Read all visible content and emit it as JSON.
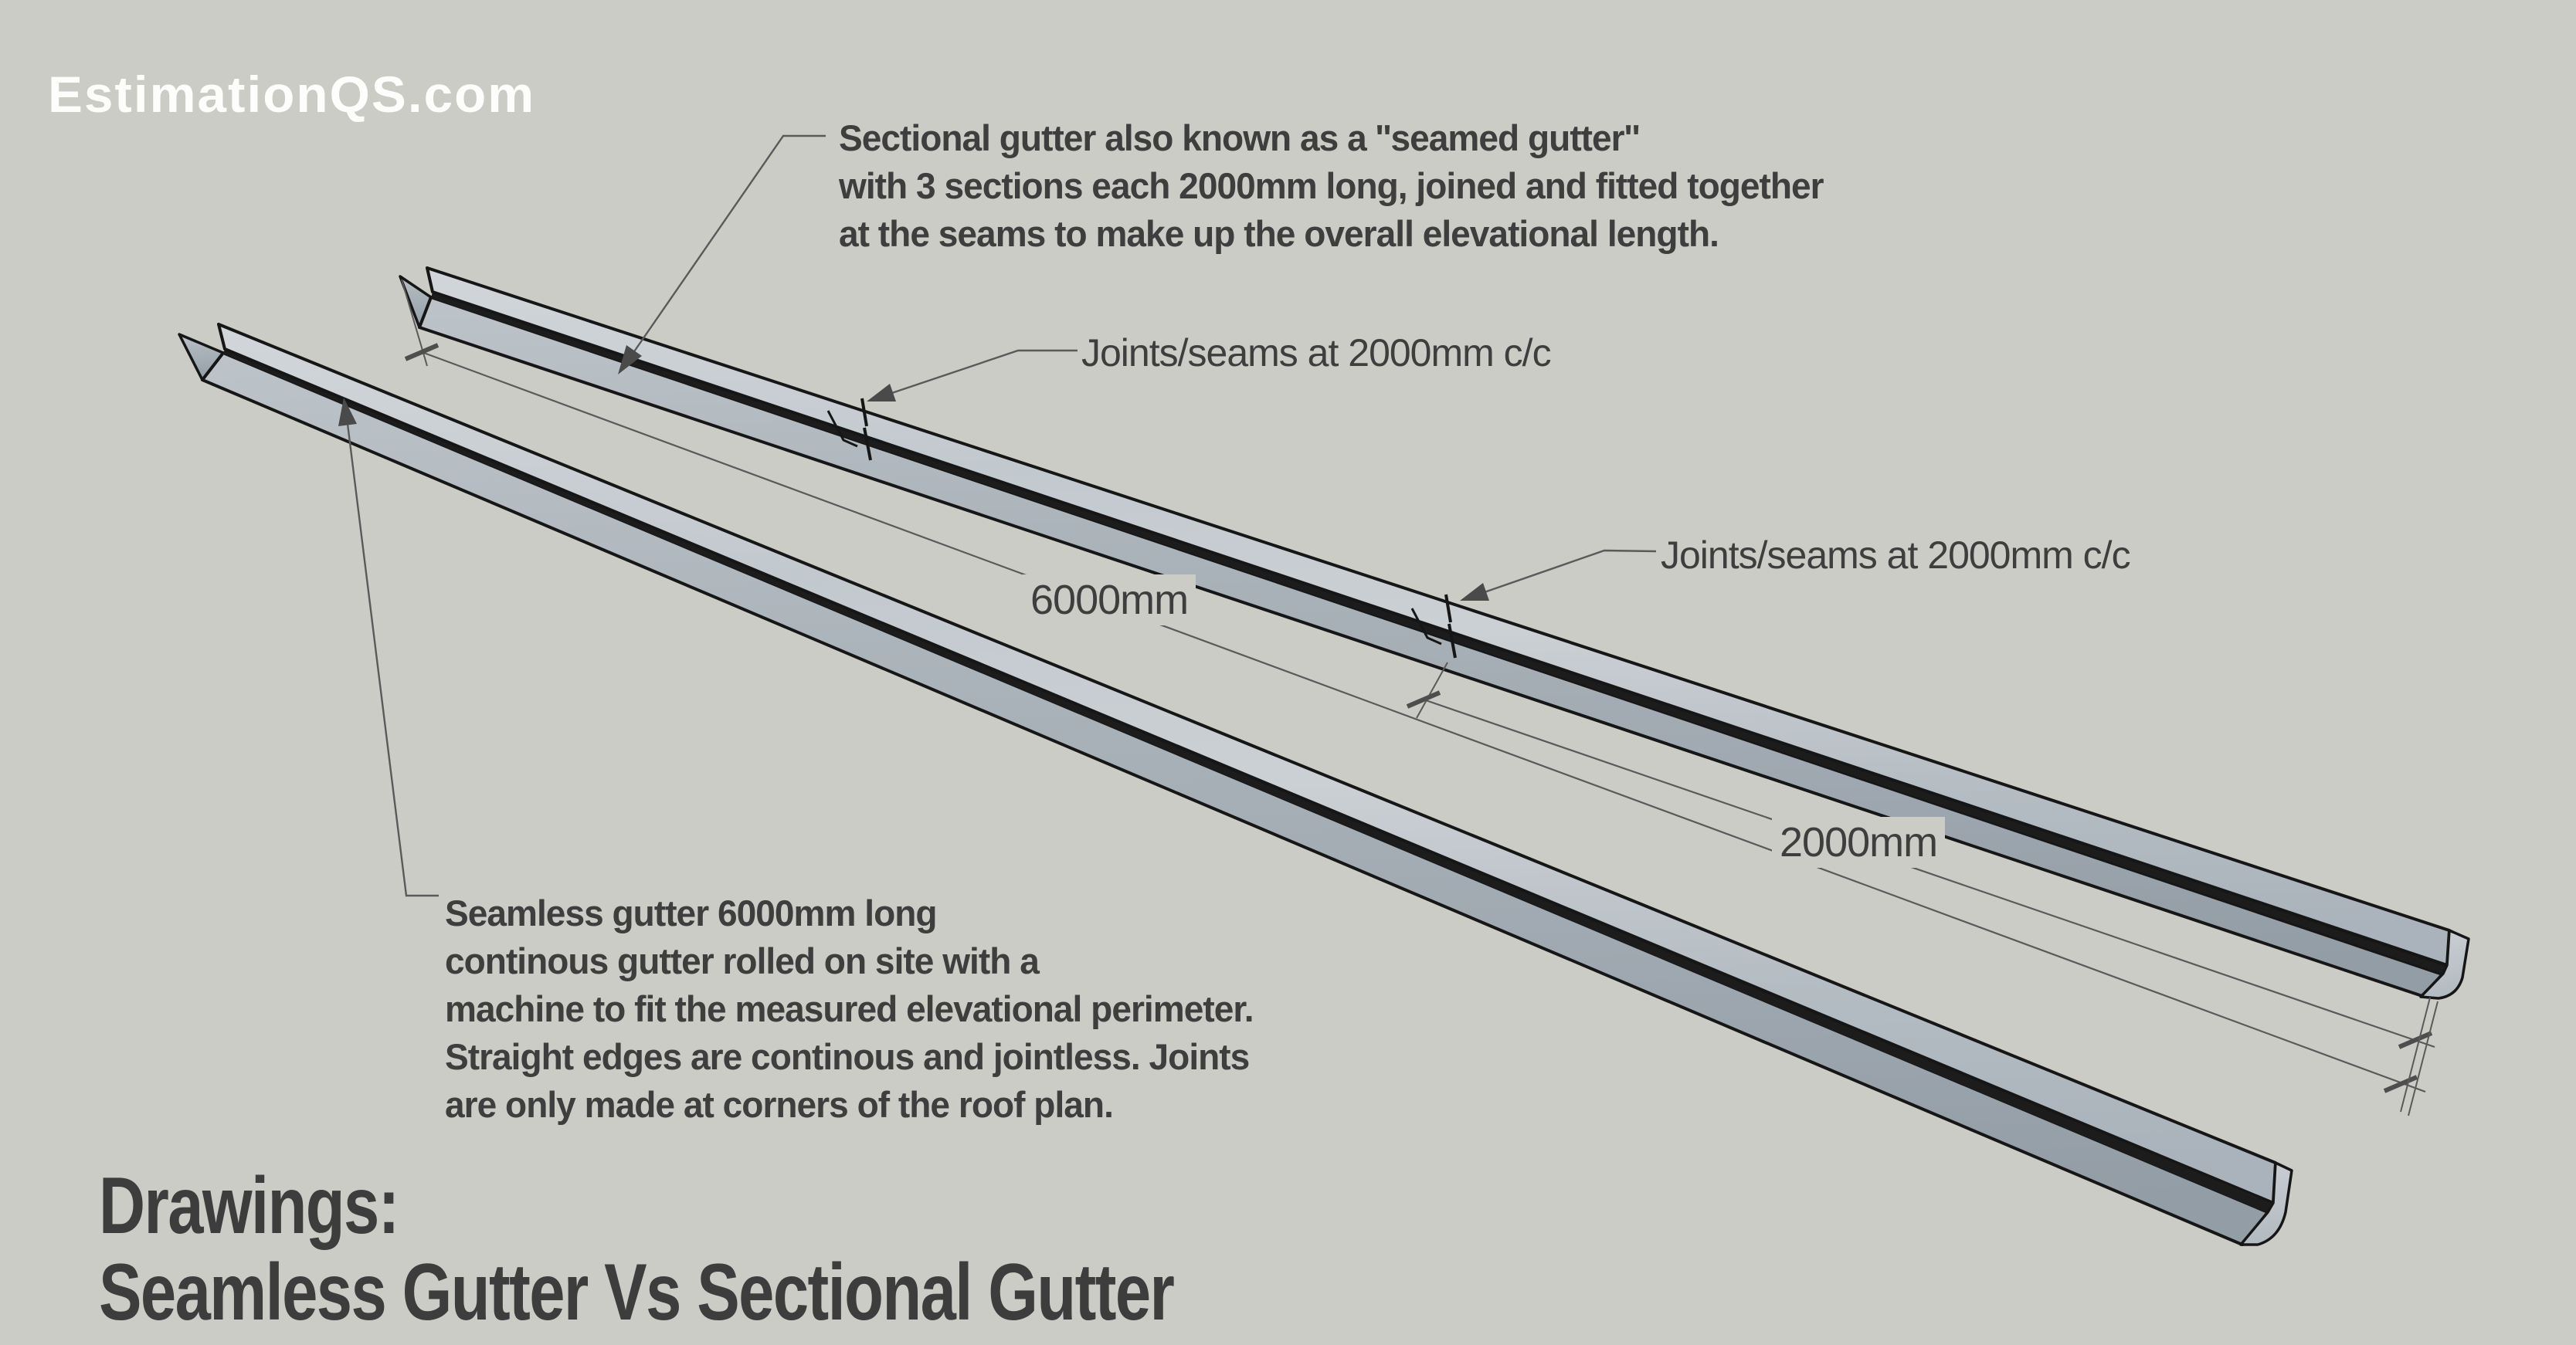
{
  "page": {
    "background_color": "#cbccc6",
    "text_color": "#3e3e3e"
  },
  "branding": {
    "logo": "EstimationQS.com",
    "logo_color": "#ffffff"
  },
  "annotations": {
    "sectional": {
      "text": "Sectional gutter also known as a ''seamed gutter''\nwith 3 sections each 2000mm long, joined and fitted together\nat the seams to make up the overall elevational length."
    },
    "seamless": {
      "text": "Seamless gutter 6000mm long\ncontinous gutter rolled on site with a\nmachine to fit the measured elevational perimeter.\nStraight edges are continous and jointless. Joints\nare only made at corners of the roof plan."
    }
  },
  "labels": {
    "joints_seams_upper": "Joints/seams at 2000mm c/c",
    "joints_seams_lower": "Joints/seams at 2000mm c/c",
    "overall_length": "6000mm",
    "section_length": "2000mm"
  },
  "title": {
    "line1": "Drawings:",
    "line2": "Seamless Gutter Vs Sectional Gutter"
  },
  "drawing": {
    "colors": {
      "metal_light": "#c9cfd4",
      "metal_mid": "#aab3ba",
      "metal_dark": "#99a2aa",
      "edge": "#161616",
      "thin_line": "#5a5a5a",
      "arrow": "#4a4a4a"
    }
  }
}
